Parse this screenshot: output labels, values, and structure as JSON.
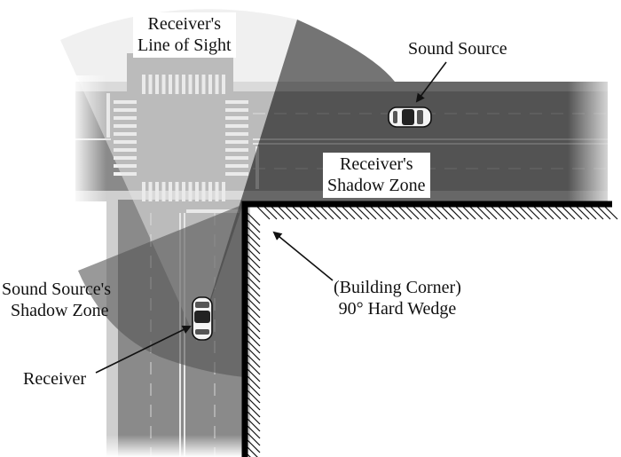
{
  "labels": {
    "receiver_los": [
      "Receiver's",
      "Line of Sight"
    ],
    "sound_source": "Sound Source",
    "receiver_shadow": [
      "Receiver's",
      "Shadow Zone"
    ],
    "source_shadow": [
      "Sound Source's",
      "Shadow Zone"
    ],
    "building_corner": [
      "(Building Corner)",
      "90° Hard Wedge"
    ],
    "receiver": "Receiver"
  },
  "colors": {
    "road": "#8a8a8a",
    "road_edge": "#d2d2d2",
    "line_of_sight": "#d4d4d4",
    "receiver_shadow_zone": "#444444",
    "source_shadow_zone": "#6a6a6a",
    "wall": "#000000"
  },
  "icons": {
    "car": "car-icon",
    "wall_hatch": "hatched-wall"
  }
}
